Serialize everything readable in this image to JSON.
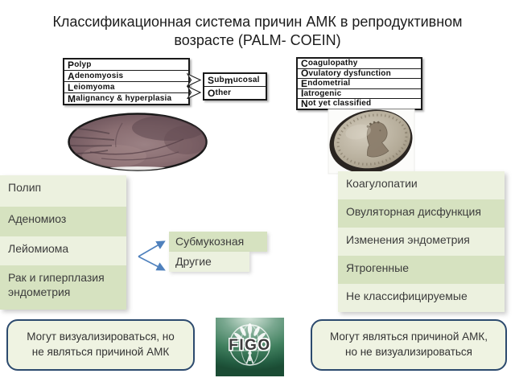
{
  "title": {
    "line1": "Классификационная система причин АМК в репродуктивном",
    "line2": "возрасте (PALM- COEIN)"
  },
  "palm_table": {
    "rows": [
      {
        "lead": "P",
        "rest": "olyp"
      },
      {
        "lead": "A",
        "rest": "denomyosis"
      },
      {
        "lead": "L",
        "rest": "eiomyoma"
      },
      {
        "lead": "M",
        "rest": "alignancy & hyperplasia"
      }
    ]
  },
  "sub_table": {
    "rows": [
      {
        "lead": "S",
        "mid": "ub",
        "lead2": "m",
        "rest": "ucosal"
      },
      {
        "lead": "O",
        "mid": "ther",
        "lead2": "",
        "rest": ""
      }
    ]
  },
  "coein_table": {
    "rows": [
      {
        "lead": "C",
        "rest": "oagulopathy"
      },
      {
        "lead": "O",
        "rest": "vulatory dysfunction"
      },
      {
        "lead": "E",
        "rest": "ndometrial"
      },
      {
        "lead": "I",
        "rest": "atrogenic"
      },
      {
        "lead": "N",
        "rest": "ot yet classified"
      }
    ]
  },
  "left_list": {
    "items": [
      "Полип",
      "Аденомиоз",
      "Лейомиома",
      "Рак и гиперплазия эндометрия"
    ]
  },
  "mid_list": {
    "items": [
      "Субмукозная",
      "Другие"
    ]
  },
  "right_list": {
    "items": [
      "Коагулопатии",
      "Овуляторная дисфункция",
      "Изменения эндометрия",
      "Ятрогенные",
      "Не классифицируемые"
    ]
  },
  "notes": {
    "left": {
      "line1": "Могут визуализироваться, но",
      "line2": "не являться причиной АМК"
    },
    "right": {
      "line1": "Могут являться причиной АМК,",
      "line2": "но не визуализироваться"
    }
  },
  "figo_logo": {
    "label": "FIGO"
  },
  "icons": {
    "hand_photo": "open-palm-photo",
    "coin_photo": "roman-coin-photo",
    "block_arrow": "hollow-right-arrow",
    "branch_arrow": "blue-split-arrow",
    "figo_emblem": "figo-globe-tree-emblem"
  },
  "colors": {
    "band_light": "#ecf1df",
    "band_dark": "#d6e2c0",
    "note_bg": "#eff3e2",
    "note_border": "#2c4a6e",
    "arrow_blue": "#4f81bd",
    "table_border": "#1a1a1a",
    "figo_green_dark": "#235c41",
    "figo_green_light": "#d6e5db"
  }
}
